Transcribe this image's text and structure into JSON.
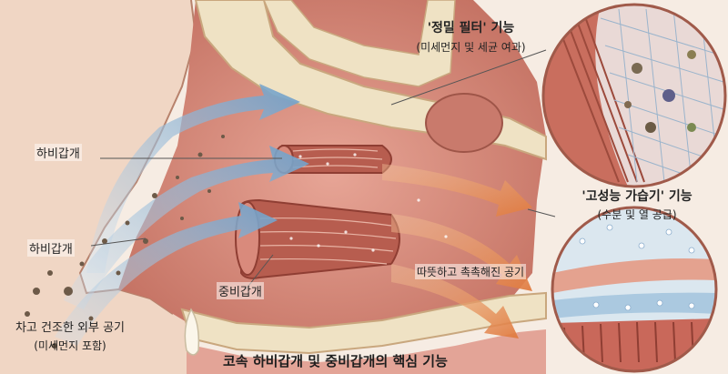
{
  "labels": {
    "inferior_turbinate_1": "하비갑개",
    "inferior_turbinate_2": "하비갑개",
    "middle_turbinate": "중비갑개",
    "cold_air_line1": "차고 건조한 외부 공기",
    "cold_air_line2": "(미세먼지 포함)",
    "warm_air": "따뜻하고 촉촉해진 공기"
  },
  "filter_callout": {
    "title": "'정밀 필터' 기능",
    "subtitle": "(미세먼지 및 세균 여과)"
  },
  "humidifier_callout": {
    "title": "'고성능 가습기' 기능",
    "subtitle": "(수분 및 열 공급)"
  },
  "caption": "코속 하비갑개 및 중비갑개의 핵심 기능",
  "colors": {
    "cold_air": "#8fb8d8",
    "warm_air": "#e8955a",
    "tissue": "#d98a7c",
    "bone": "#efe2c4",
    "background": "#f6ece3"
  }
}
